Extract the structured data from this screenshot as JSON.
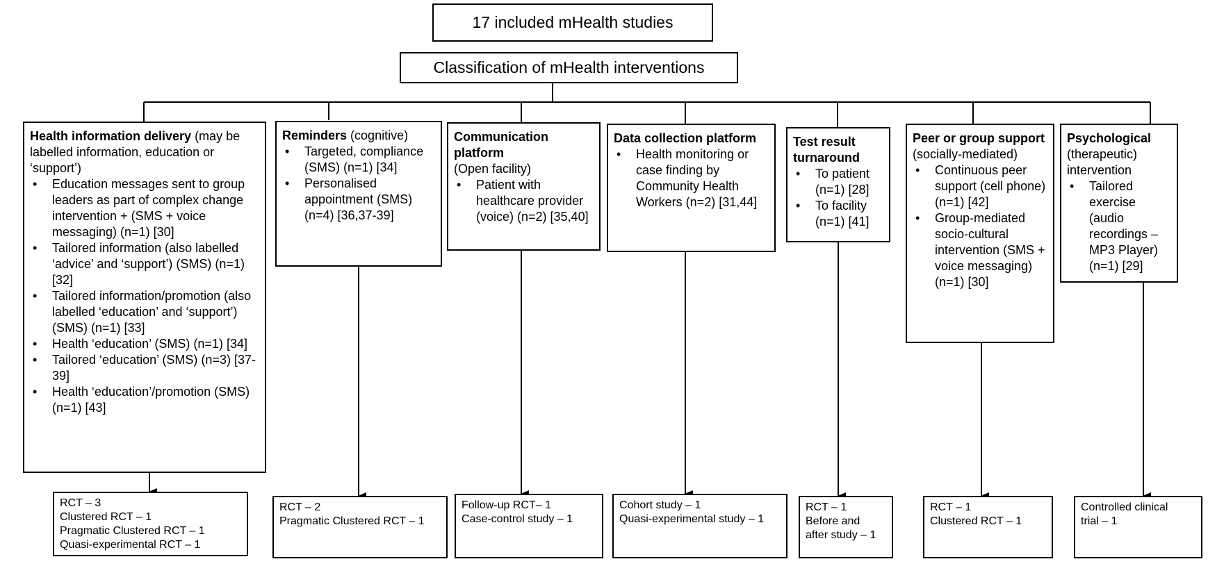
{
  "header": {
    "included": "17 included mHealth studies",
    "classification": "Classification of mHealth interventions"
  },
  "categories": [
    {
      "title": "Health information delivery",
      "subtitle": " (may be labelled information, education or ‘support’)",
      "items": [
        "Education messages sent to group leaders as part of complex change intervention + (SMS + voice messaging) (n=1) [30]",
        "Tailored information (also labelled ‘advice’ and ‘support’) (SMS) (n=1) [32]",
        "Tailored information/promotion (also labelled ‘education’ and ‘support’) (SMS) (n=1) [33]",
        "Health ‘education’ (SMS) (n=1) [34]",
        "Tailored ‘education’ (SMS) (n=3) [37-39]",
        "Health ‘education’/promotion (SMS) (n=1) [43]"
      ],
      "studies": [
        "RCT – 3",
        "Clustered RCT – 1",
        "Pragmatic Clustered RCT – 1",
        "Quasi-experimental RCT – 1"
      ]
    },
    {
      "title": "Reminders",
      "subtitle": " (cognitive)",
      "items": [
        "Targeted, compliance (SMS) (n=1) [34]",
        "Personalised appointment (SMS) (n=4) [36,37-39]"
      ],
      "studies": [
        "RCT – 2",
        "Pragmatic Clustered RCT – 1"
      ]
    },
    {
      "title": "Communication platform",
      "subtitle": "(Open facility)",
      "items": [
        "Patient with healthcare provider (voice) (n=2) [35,40]"
      ],
      "studies": [
        "Follow-up RCT– 1",
        "Case-control study – 1"
      ]
    },
    {
      "title": "Data collection platform",
      "subtitle": "",
      "items": [
        "Health monitoring or case finding by Community Health Workers (n=2) [31,44]"
      ],
      "studies": [
        "Cohort study – 1",
        "Quasi-experimental study – 1"
      ]
    },
    {
      "title": "Test result turnaround",
      "subtitle": "",
      "items": [
        "To patient (n=1) [28]",
        "To facility (n=1) [41]"
      ],
      "studies": [
        "RCT – 1",
        "Before and",
        "after study – 1"
      ]
    },
    {
      "title": "Peer or group support",
      "subtitle": " (socially-mediated)",
      "items": [
        "Continuous peer support (cell phone) (n=1) [42]",
        "Group-mediated socio-cultural intervention (SMS + voice messaging) (n=1) [30]"
      ],
      "studies": [
        "RCT – 1",
        "Clustered RCT – 1"
      ]
    },
    {
      "title": "Psychological",
      "subtitle": " (therapeutic) intervention",
      "items": [
        "Tailored exercise (audio recordings – MP3 Player) (n=1) [29]"
      ],
      "studies": [
        "Controlled clinical",
        "trial – 1"
      ]
    }
  ]
}
